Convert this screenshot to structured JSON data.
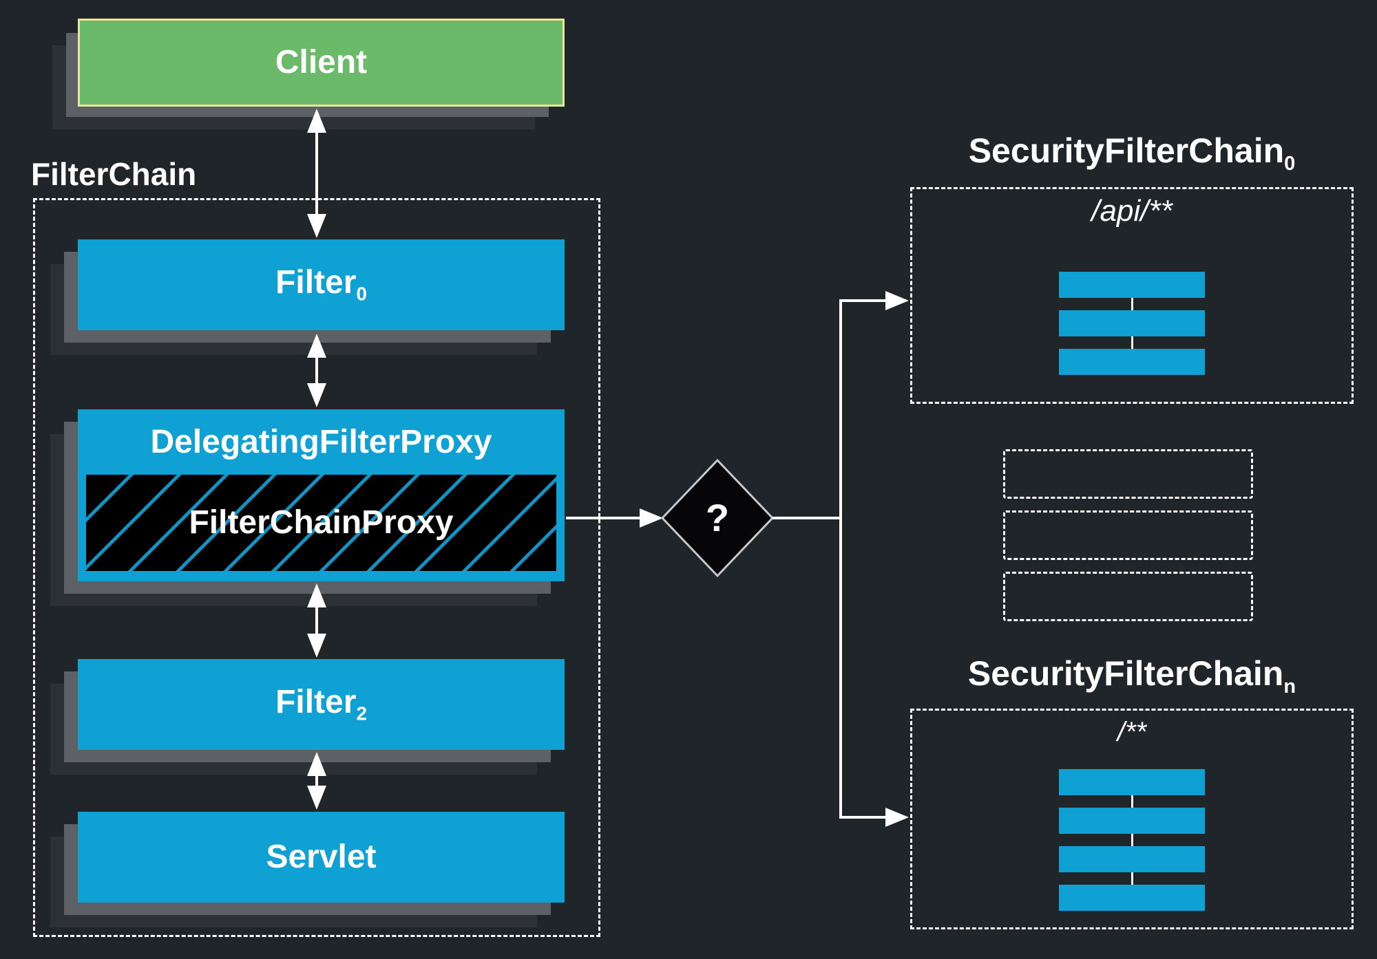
{
  "diagram": {
    "client": {
      "label": "Client"
    },
    "filter_chain": {
      "label": "FilterChain",
      "filter0_base": "Filter",
      "filter0_sub": "0",
      "delegating_filter_proxy_label": "DelegatingFilterProxy",
      "filter_chain_proxy_label": "FilterChainProxy",
      "filter2_base": "Filter",
      "filter2_sub": "2",
      "servlet_label": "Servlet"
    },
    "decision": {
      "label": "?"
    },
    "chain0": {
      "label_base": "SecurityFilterChain",
      "label_sub": "0",
      "pattern": "/api/**",
      "filter_count": 3
    },
    "chain_n": {
      "label_base": "SecurityFilterChain",
      "label_sub": "n",
      "pattern": "/**",
      "filter_count": 4
    },
    "placeholders": {
      "count": 3
    },
    "colors": {
      "background": "#20252a",
      "box_blue": "#0fa0d4",
      "client_green": "#6aba6a",
      "client_border_yellow": "#e9e69c",
      "shadow_gray": "#5d6064",
      "shadow_dark": "#2d3136",
      "hatch_blue": "#1193c4",
      "connector_white": "#ffffff",
      "diamond_black": "#060608",
      "diamond_border_gray": "#c7cacd"
    }
  }
}
